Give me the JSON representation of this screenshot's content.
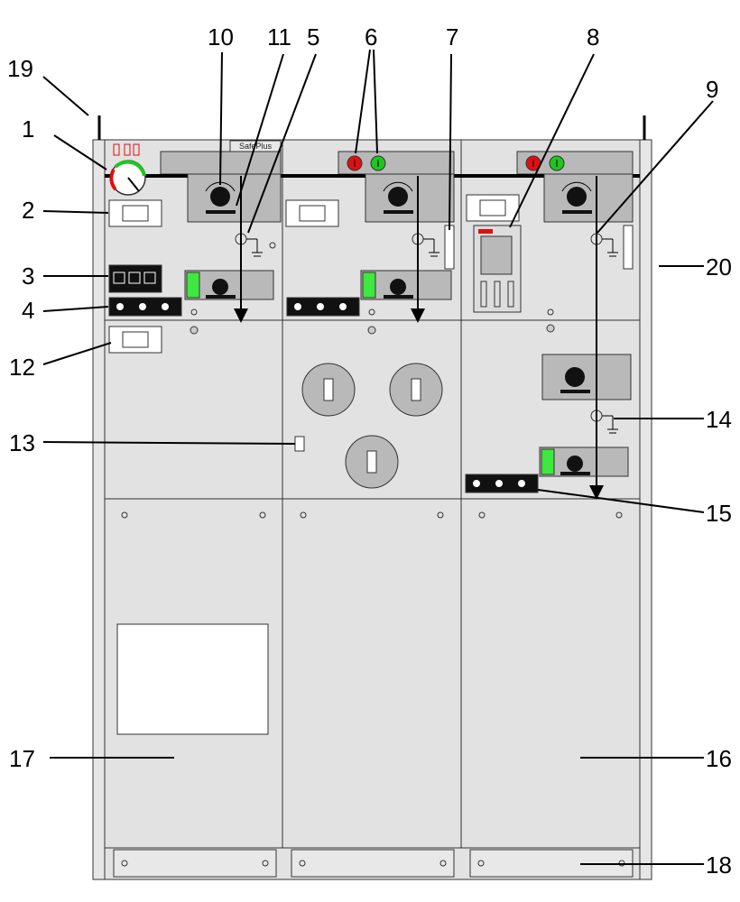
{
  "diagram": {
    "brand_label": "SafePlus",
    "callouts": [
      {
        "id": "1",
        "label": "1"
      },
      {
        "id": "2",
        "label": "2"
      },
      {
        "id": "3",
        "label": "3"
      },
      {
        "id": "4",
        "label": "4"
      },
      {
        "id": "5",
        "label": "5"
      },
      {
        "id": "6",
        "label": "6"
      },
      {
        "id": "7",
        "label": "7"
      },
      {
        "id": "8",
        "label": "8"
      },
      {
        "id": "9",
        "label": "9"
      },
      {
        "id": "10",
        "label": "10"
      },
      {
        "id": "11",
        "label": "11"
      },
      {
        "id": "12",
        "label": "12"
      },
      {
        "id": "13",
        "label": "13"
      },
      {
        "id": "14",
        "label": "14"
      },
      {
        "id": "15",
        "label": "15"
      },
      {
        "id": "16",
        "label": "16"
      },
      {
        "id": "17",
        "label": "17"
      },
      {
        "id": "18",
        "label": "18"
      },
      {
        "id": "19",
        "label": "19"
      },
      {
        "id": "20",
        "label": "20"
      }
    ],
    "colors": {
      "panel": "#e2e2e2",
      "module": "#b9b9b9",
      "knob": "#111111",
      "red_button": "#e01010",
      "green_button": "#1ec61e",
      "green_indicator": "#3ee83e",
      "outline": "#333333"
    }
  }
}
